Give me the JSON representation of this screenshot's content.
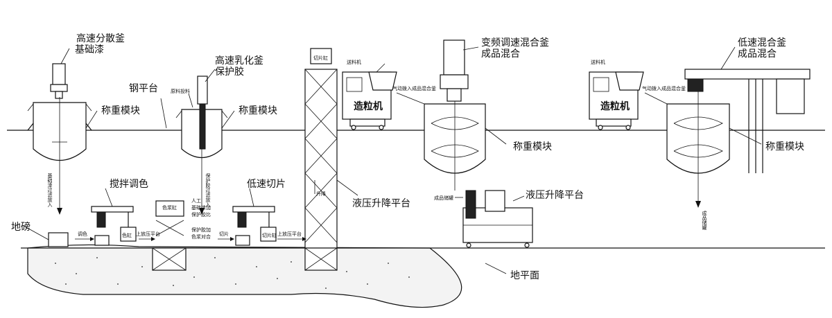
{
  "labels": {
    "high_speed_disperser": "高速分散釜",
    "base_paint": "基础漆",
    "high_speed_emulsifier": "高速乳化釜",
    "protective_glue": "保护胶",
    "steel_platform": "钢平台",
    "weighing_module_1": "称重模块",
    "weighing_module_2": "称重模块",
    "weighing_module_3": "称重模块",
    "weighing_module_4": "称重模块",
    "vfd_mixer": "变频调速混合釜",
    "finished_mix_1": "成品混合",
    "low_speed_mixer": "低速混合釜",
    "finished_mix_2": "成品混合",
    "granulator_1": "造粒机",
    "granulator_2": "造粒机",
    "stir_color": "搅拌调色",
    "low_speed_cut": "低速切片",
    "floor_scale": "地磅",
    "hydraulic_lift_1": "液压升降平台",
    "hydraulic_lift_2": "液压升降平台",
    "ground": "地平面"
  },
  "small": {
    "cut_box": "切片缸",
    "feeder_1": "送料机",
    "feeder_2": "送料机",
    "pneumatic_1": "气动拨入成品混合釜",
    "pneumatic_2": "气动拨入成品混合釜",
    "color_tank": "色浆缸",
    "manual_1": "人工",
    "manual_2": "基础漆加",
    "manual_3": "保护胶比",
    "color_pass": "调色",
    "color_tank_2": "色缸",
    "up_platform_1": "上放压平台",
    "protect_1": "保护胶加",
    "protect_2": "色浆对合",
    "cut_pass": "切片",
    "cut_tank": "切片缸",
    "up_platform_2": "上放压平台",
    "lift_text": "升降",
    "product_out_1": "成品储罐",
    "raw_feed": "原料投料",
    "vert_1": "基础漆过滤放入",
    "vert_2": "保护胶过滤放入",
    "vert_3": "成品储罐"
  }
}
